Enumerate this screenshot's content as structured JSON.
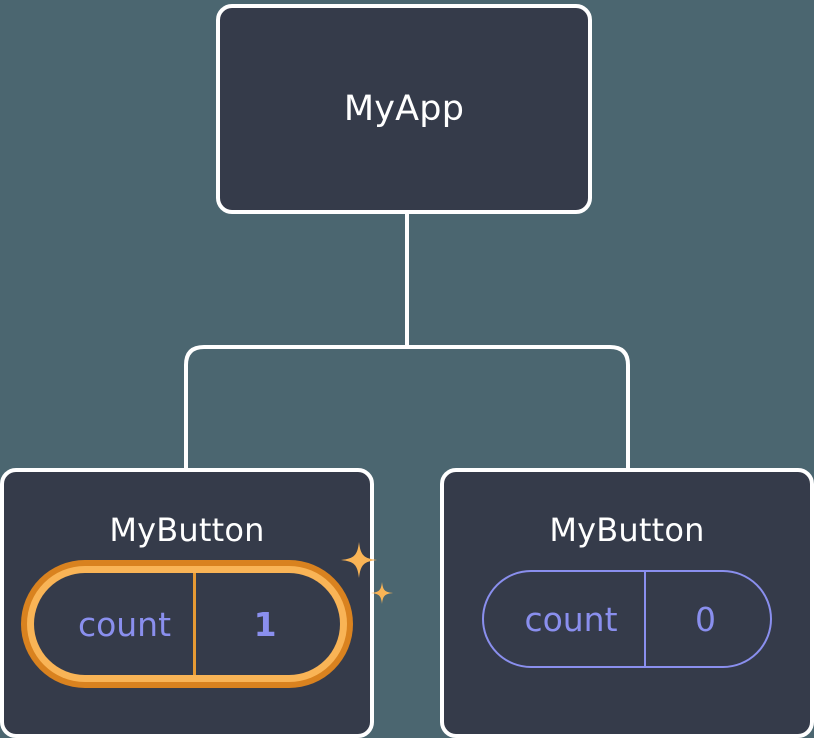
{
  "diagram": {
    "type": "component-tree",
    "background_color": "#4B6670",
    "node_fill_color": "#353B4A",
    "node_border_color": "#FFFFFF",
    "connector_color": "#FFFFFF",
    "accent_highlight_color": "#F9B456",
    "accent_highlight_outer_color": "#D9821F",
    "state_text_color": "#8A8FEE",
    "title_text_color": "#FFFFFF"
  },
  "root": {
    "title": "MyApp"
  },
  "children": [
    {
      "title": "MyButton",
      "state": {
        "key": "count",
        "value": "1"
      },
      "highlighted": true,
      "sparkle_icon": "sparkles-icon"
    },
    {
      "title": "MyButton",
      "state": {
        "key": "count",
        "value": "0"
      },
      "highlighted": false
    }
  ]
}
